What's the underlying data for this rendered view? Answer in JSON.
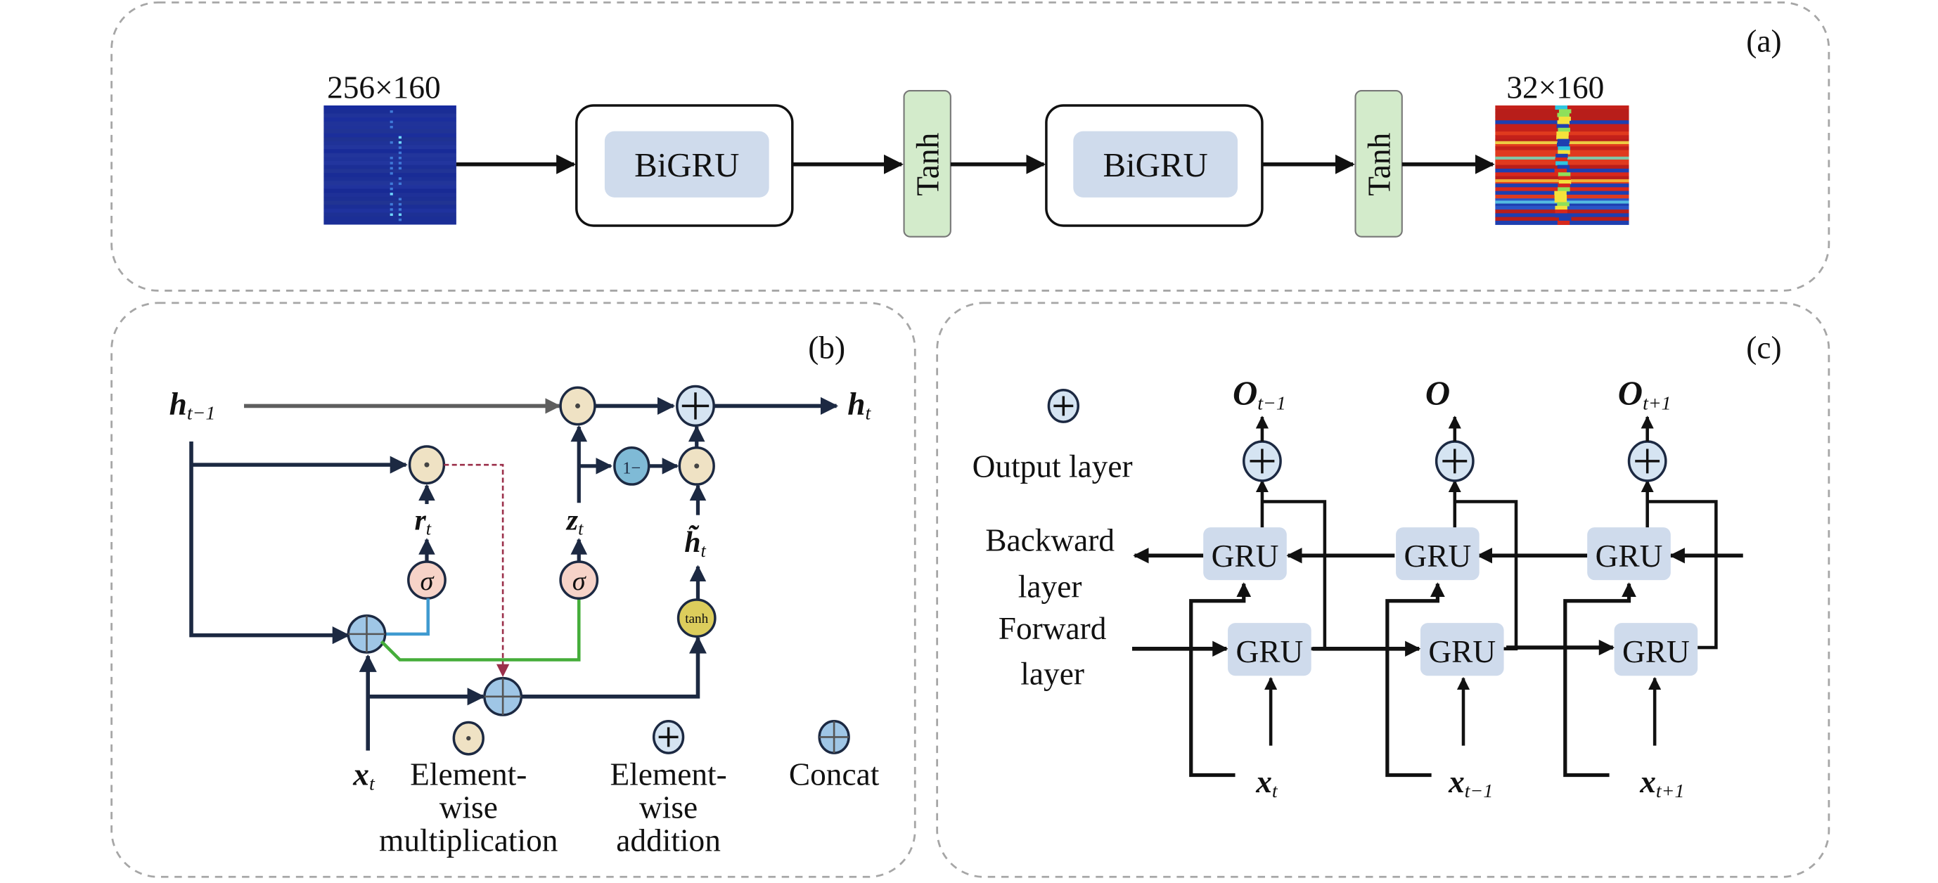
{
  "panels": {
    "a": {
      "label": "(a)",
      "input": {
        "size_label": "256×160",
        "colormap": "blue-dominant spectrogram"
      },
      "blocks": [
        {
          "type": "bigru",
          "label": "BiGRU"
        },
        {
          "type": "activation",
          "label": "Tanh"
        },
        {
          "type": "bigru",
          "label": "BiGRU"
        },
        {
          "type": "activation",
          "label": "Tanh"
        }
      ],
      "output": {
        "size_label": "32×160",
        "colormap": "jet feature map"
      }
    },
    "b": {
      "label": "(b)",
      "inputs": {
        "h_prev": {
          "base": "h",
          "sub": "t−1"
        },
        "x": {
          "base": "x",
          "sub": "t"
        }
      },
      "output": {
        "base": "h",
        "sub": "t"
      },
      "gates": {
        "reset": {
          "base": "r",
          "sub": "t",
          "activation": "σ"
        },
        "update": {
          "base": "z",
          "sub": "t",
          "activation": "σ"
        },
        "candidate": {
          "base": "h̃",
          "sub": "t",
          "activation": "tanh"
        }
      },
      "one_minus": "1−",
      "legend": [
        {
          "icon": "element-wise-multiplication",
          "lines": [
            "Element-",
            "wise",
            "multiplication"
          ]
        },
        {
          "icon": "element-wise-addition",
          "lines": [
            "Element-",
            "wise",
            "addition"
          ]
        },
        {
          "icon": "concat",
          "lines": [
            "Concat"
          ]
        }
      ]
    },
    "c": {
      "label": "(c)",
      "legend_text": "Output layer",
      "backward_label": [
        "Backward",
        "layer"
      ],
      "forward_label": [
        "Forward",
        "layer"
      ],
      "cell_label": "GRU",
      "outputs": [
        {
          "base": "O",
          "sub": "t−1"
        },
        {
          "base": "O",
          "sub": ""
        },
        {
          "base": "O",
          "sub": "t+1"
        }
      ],
      "inputs": [
        {
          "base": "x",
          "sub": "t"
        },
        {
          "base": "x",
          "sub": "t−1"
        },
        {
          "base": "x",
          "sub": "t+1"
        }
      ]
    }
  },
  "colors": {
    "panel_border": "#a6a6a6",
    "bigru_fill": "#cfdbec",
    "tanh_fill": "#d3ebcb",
    "mult_fill": "#efe2c4",
    "add_fill": "#d5e4f2",
    "concat_fill": "#9fc6e6",
    "sigma_fill": "#f6d3c8",
    "tanh_node_fill": "#dccd5c",
    "one_minus_fill": "#7fbad6",
    "dark_line": "#1c2942",
    "gray_line": "#5e5e5e",
    "reset_dashed": "#9b2f4a",
    "blue_line": "#3f9ad0",
    "green_line": "#45ad3a"
  }
}
